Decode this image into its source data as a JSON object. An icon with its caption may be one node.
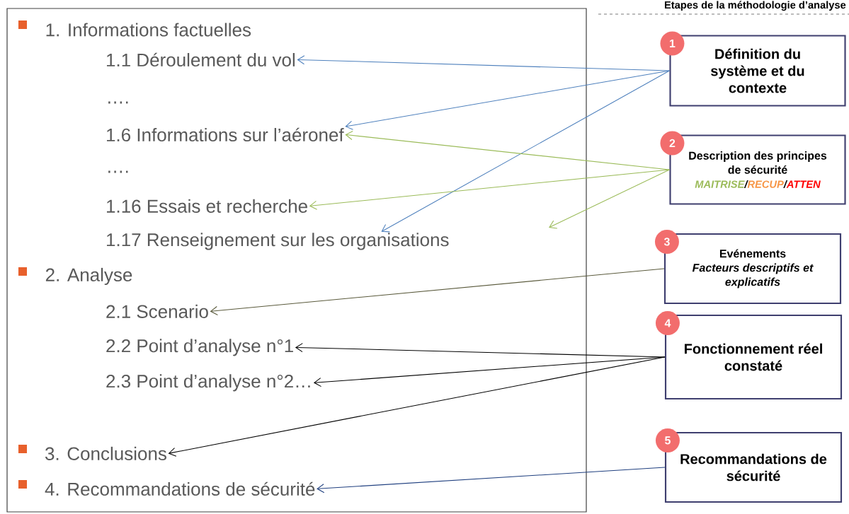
{
  "diagram": {
    "title": "Etapes de la méthodologie d’analyse",
    "nodes": [
      {
        "text": [],
        "shape": "box"
      },
      {
        "text": [
          "1.1 Déroulement du vol"
        ],
        "in": 0
      },
      {
        "text": [
          "1.6 Informations sur l’aéronef"
        ],
        "in": 0
      },
      {
        "text": [
          "1.16 Essais et recherche"
        ],
        "in": 0
      },
      {
        "text": [
          "1.17 Renseignement sur les organisations"
        ],
        "in": 0
      },
      {
        "text": [
          "2.1 Scenario"
        ],
        "in": 0
      },
      {
        "text": [
          "2.2 Point d’analyse n°1"
        ],
        "in": 0
      },
      {
        "text": [
          "2.3 Point d’analyse n°2…"
        ],
        "in": 0
      },
      {
        "text": [
          "3. Conclusions"
        ],
        "in": 0
      },
      {
        "text": [
          "4. Recommandations de sécurité"
        ],
        "in": 0
      },
      {
        "text": [
          "1",
          "Définition du système et du contexte"
        ]
      },
      {
        "text": [
          "2",
          "Description des principes de sécurité",
          "MAITRISE",
          "/",
          "RECUP",
          "/",
          "ATTEN"
        ]
      },
      {
        "text": [
          "3",
          "Evénements",
          "Facteurs descriptifs et explicatifs"
        ]
      },
      {
        "text": [
          "4",
          "Fonctionnement réel constaté"
        ]
      },
      {
        "text": [
          "5",
          "Recommandations de sécurité"
        ]
      }
    ],
    "edges": [
      {
        "from": 10,
        "to": 1,
        "arrow": "to",
        "color": "#4f81bd"
      },
      {
        "from": 10,
        "to": 2,
        "arrow": "to",
        "color": "#4f81bd"
      },
      {
        "from": 10,
        "to": 4,
        "arrow": "to",
        "color": "#4f81bd"
      },
      {
        "from": 11,
        "to": 2,
        "arrow": "to",
        "color": "#9bbb59"
      },
      {
        "from": 11,
        "to": 3,
        "arrow": "to",
        "color": "#9bbb59"
      },
      {
        "from": 11,
        "to": null,
        "arrow": "to",
        "color": "#9bbb59"
      },
      {
        "from": 12,
        "to": 5,
        "arrow": "to",
        "color": "#5a5a3c"
      },
      {
        "from": 13,
        "to": 6,
        "arrow": "to",
        "color": "#000000"
      },
      {
        "from": 13,
        "to": 7,
        "arrow": "to",
        "color": "#000000"
      },
      {
        "from": 13,
        "to": 8,
        "arrow": "to",
        "color": "#000000"
      },
      {
        "from": 14,
        "to": 9,
        "arrow": "to",
        "color": "#1f3f7f"
      }
    ],
    "labels": [
      "1. Informations factuelles",
      "….",
      "….",
      "2. Analyse"
    ]
  }
}
